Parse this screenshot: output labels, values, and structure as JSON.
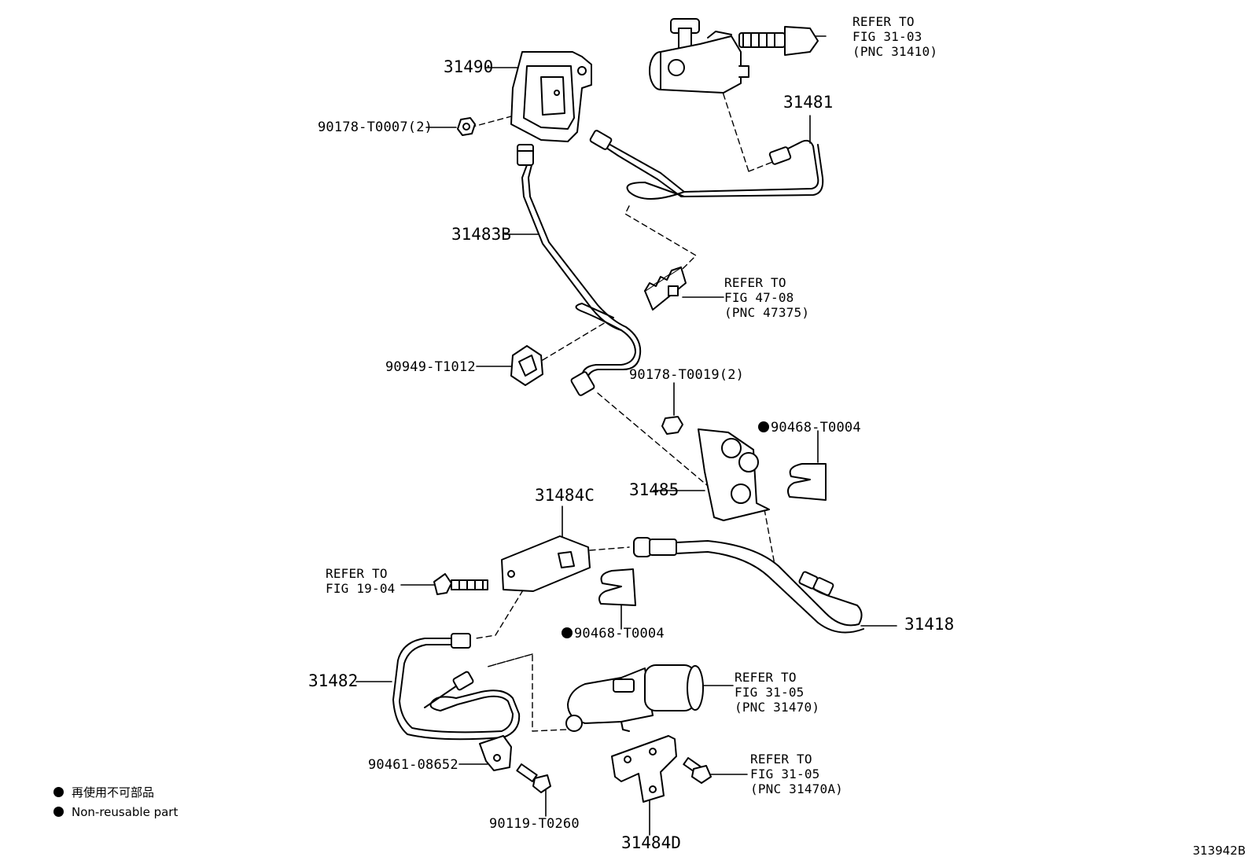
{
  "parts": {
    "p31490": "31490",
    "p90178_t0007": "90178-T0007(2)",
    "p31481": "31481",
    "p31483b": "31483B",
    "p90949_t1012": "90949-T1012",
    "p90178_t0019": "90178-T0019(2)",
    "p90468_t0004_a": "90468-T0004",
    "p31485": "31485",
    "p31484c": "31484C",
    "p31418": "31418",
    "p90468_t0004_b": "90468-T0004",
    "p31482": "31482",
    "p90461_08652": "90461-08652",
    "p90119_t0260": "90119-T0260",
    "p31484d": "31484D"
  },
  "refs": {
    "fig3103": {
      "l1": "REFER TO",
      "l2": "FIG 31-03",
      "l3": "(PNC 31410)"
    },
    "fig4708": {
      "l1": "REFER TO",
      "l2": "FIG 47-08",
      "l3": "(PNC 47375)"
    },
    "fig1904": {
      "l1": "REFER TO",
      "l2": "FIG 19-04"
    },
    "fig3105a": {
      "l1": "REFER TO",
      "l2": "FIG 31-05",
      "l3": "(PNC 31470)"
    },
    "fig3105b": {
      "l1": "REFER TO",
      "l2": "FIG 31-05",
      "l3": "(PNC 31470A)"
    }
  },
  "legend": {
    "jp": "再使用不可部品",
    "en": "Non-reusable part"
  },
  "illustration_code": "313942B"
}
